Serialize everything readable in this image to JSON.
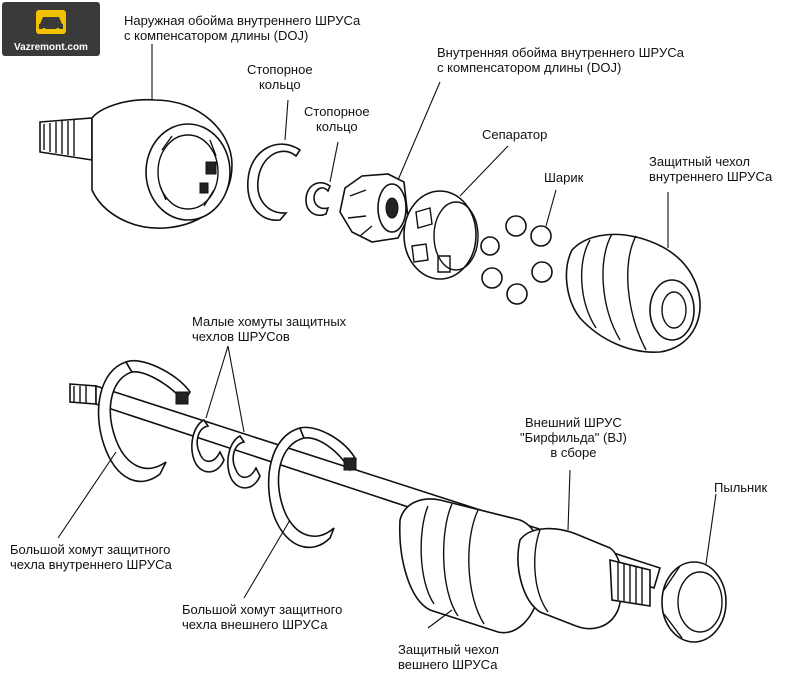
{
  "brand": {
    "site": "Vazremont.com",
    "icon": "car-icon",
    "bg_color": "#3a3a3a",
    "icon_color": "#f2c200"
  },
  "labels": {
    "outer_race_doj": [
      "Наружная обойма внутреннего ШРУСа",
      "с компенсатором длины (DOJ)"
    ],
    "retaining_ring_1": [
      "Стопорное",
      "кольцо"
    ],
    "retaining_ring_2": [
      "Стопорное",
      "кольцо"
    ],
    "inner_race_doj": [
      "Внутренняя обойма внутреннего ШРУСа",
      "с компенсатором длины (DOJ)"
    ],
    "separator": [
      "Сепаратор"
    ],
    "ball": [
      "Шарик"
    ],
    "inner_boot": [
      "Защитный чехол",
      "внутреннего ШРУСа"
    ],
    "small_clamps": [
      "Малые хомуты защитных",
      "чехлов  ШРУСов"
    ],
    "outer_joint_bj": [
      "Внешний ШРУС",
      "\"Бирфильда\" (BJ)",
      "в сборе"
    ],
    "dust_cover": [
      "Пыльник"
    ],
    "large_clamp_inner": [
      "Большой хомут защитного",
      "чехла внутреннего ШРУСа"
    ],
    "large_clamp_outer": [
      "Большой хомут защитного",
      "чехла внешнего ШРУСа"
    ],
    "outer_boot": [
      "Защитный чехол",
      "вешнего ШРУСа"
    ]
  }
}
